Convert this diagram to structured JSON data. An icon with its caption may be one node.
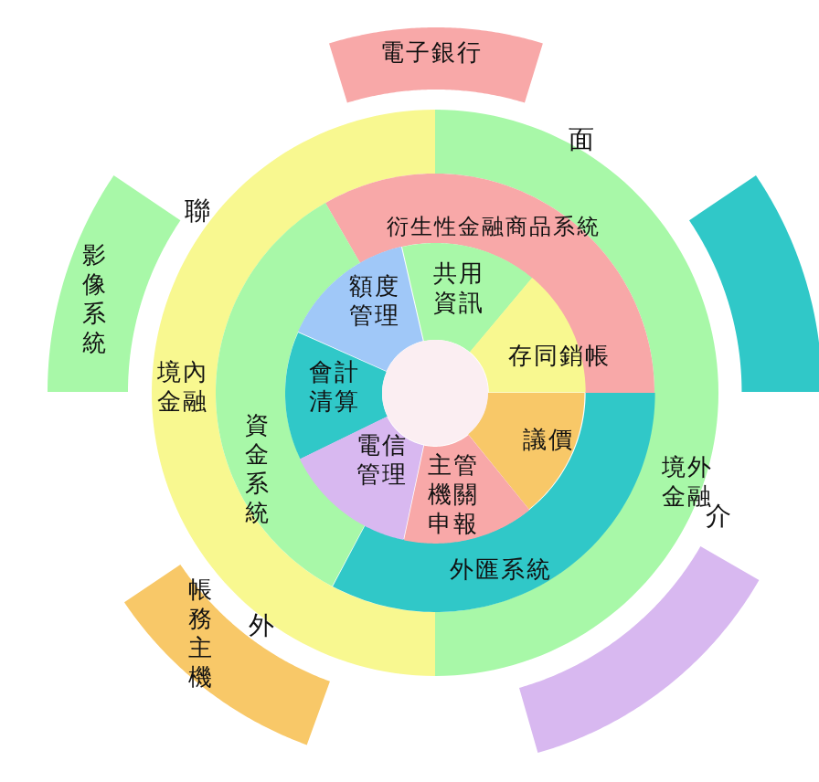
{
  "diagram": {
    "nodes": [
      {
        "text": [
          "電子銀行"
        ]
      },
      {
        "text": [
          "影像系統"
        ]
      },
      {
        "text": [],
        "shape": "arc"
      },
      {
        "text": [
          "境內金融"
        ]
      },
      {
        "text": [
          "境外金融"
        ]
      },
      {
        "text": [
          "衍生性金融商品系統"
        ]
      },
      {
        "text": [
          "資金系統"
        ]
      },
      {
        "text": [
          "外匯系統"
        ]
      },
      {
        "text": [
          "額度管理"
        ]
      },
      {
        "text": [
          "共用資訊"
        ]
      },
      {
        "text": [
          "存同銷帳"
        ]
      },
      {
        "text": [
          "會計清算"
        ]
      },
      {
        "text": [
          "議價"
        ]
      },
      {
        "text": [
          "電信管理"
        ]
      },
      {
        "text": [
          "主管機關申報"
        ]
      },
      {
        "text": [],
        "shape": "circle"
      },
      {
        "text": [
          "帳務主機"
        ]
      },
      {
        "text": [],
        "shape": "arc"
      }
    ],
    "labels": [
      "聯",
      "外",
      "介",
      "面"
    ]
  }
}
